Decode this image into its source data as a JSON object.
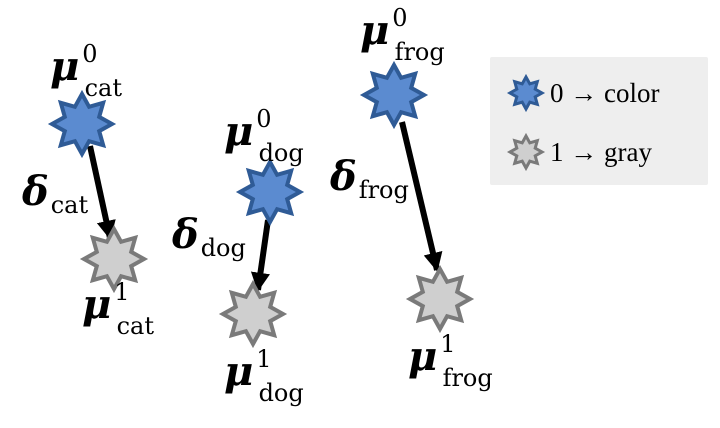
{
  "colors": {
    "blue_fill": "#5b8bd0",
    "blue_stroke": "#2f5b96",
    "gray_fill": "#cfcfcf",
    "gray_stroke": "#7a7a7a",
    "legend_bg": "#eeeeee",
    "arrow": "#000000"
  },
  "groups": [
    {
      "id": "cat",
      "mu0": {
        "symbol": "μ",
        "sup": "0",
        "sub": "cat"
      },
      "delta": {
        "symbol": "δ",
        "sub": "cat"
      },
      "mu1": {
        "symbol": "μ",
        "sup": "1",
        "sub": "cat"
      }
    },
    {
      "id": "dog",
      "mu0": {
        "symbol": "μ",
        "sup": "0",
        "sub": "dog"
      },
      "delta": {
        "symbol": "δ",
        "sub": "dog"
      },
      "mu1": {
        "symbol": "μ",
        "sup": "1",
        "sub": "dog"
      }
    },
    {
      "id": "frog",
      "mu0": {
        "symbol": "μ",
        "sup": "0",
        "sub": "frog"
      },
      "delta": {
        "symbol": "δ",
        "sub": "frog"
      },
      "mu1": {
        "symbol": "μ",
        "sup": "1",
        "sub": "frog"
      }
    }
  ],
  "legend": [
    {
      "icon": "blue-star-icon",
      "text": "0 → color"
    },
    {
      "icon": "gray-star-icon",
      "text": "1 → gray"
    }
  ]
}
